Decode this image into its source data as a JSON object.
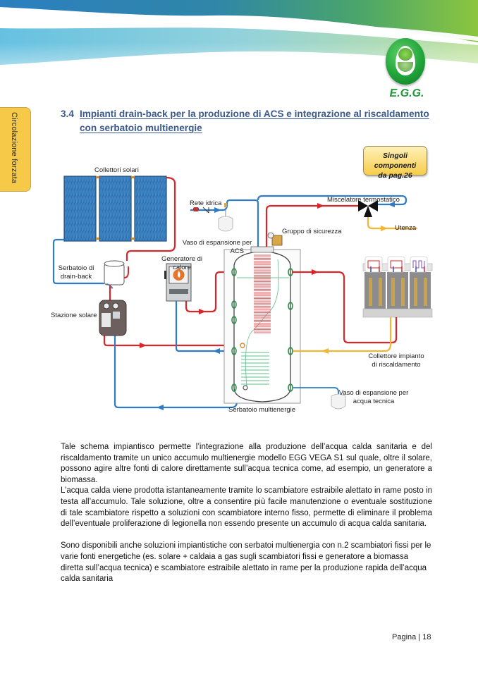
{
  "brand": {
    "logo_text": "E.G.G."
  },
  "side_tab": {
    "label": "Circolazione forzata"
  },
  "section": {
    "number": "3.4",
    "title": "Impianti drain-back per la produzione di ACS e integrazione al riscaldamento con serbatoio multienergie"
  },
  "callout": {
    "line1": "Singoli componenti",
    "line2": "da pag.26"
  },
  "diagram": {
    "labels": {
      "collettori": "Collettori solari",
      "rete_idrica": "Rete idrica",
      "miscelatore": "Miscelatore termostatico",
      "utenza": "Utenza",
      "gruppo_sicurezza": "Gruppo di sicurezza",
      "vaso_acs_1": "Vaso di espansione per",
      "vaso_acs_2": "ACS",
      "generatore_1": "Generatore di",
      "generatore_2": "calore",
      "serbatoio_db_1": "Serbatoio di",
      "serbatoio_db_2": "drain-back",
      "stazione_solare": "Stazione solare",
      "collettore_imp_1": "Collettore impianto",
      "collettore_imp_2": "di riscaldamento",
      "vaso_tecnica_1": "Vaso di espansione per",
      "vaso_tecnica_2": "acqua tecnica",
      "serbatoio_multi": "Serbatoio multienergie"
    },
    "colors": {
      "hot": "#d9262b",
      "cold": "#2f7cc4",
      "return": "#f2b632",
      "coil": "#e0585c",
      "tank_coil": "#5fbf8a"
    }
  },
  "body": {
    "p1": "Tale schema impiantisco permette l’integrazione alla produzione dell’acqua calda sanitaria e del riscaldamento tramite un unico accumulo multienergie modello EGG VEGA S1 sul quale, oltre il solare, possono agire altre fonti di calore direttamente sull’acqua tecnica come, ad esempio, un generatore a biomassa.",
    "p2": "L’acqua calda viene prodotta istantaneamente tramite lo scambiatore estraibile alettato in rame posto in testa all’accumulo. Tale soluzione, oltre a consentire più facile manutenzione o eventuale sostituzione di tale scambiatore rispetto a soluzioni con scambiatore interno fisso, permette di eliminare il problema dell’eventuale proliferazione di legionella non essendo presente un accumulo di acqua calda sanitaria.",
    "p3": "Sono disponibili anche soluzioni impiantistiche con serbatoi multienergia con n.2 scambiatori fissi per le varie fonti energetiche (es. solare + caldaia a gas sugli scambiatori fissi e generatore a biomassa diretta sull’acqua tecnica) e scambiatore estraibile alettato in rame per la produzione rapida dell’acqua calda sanitaria"
  },
  "footer": {
    "page_label": "Pagina | 18"
  }
}
